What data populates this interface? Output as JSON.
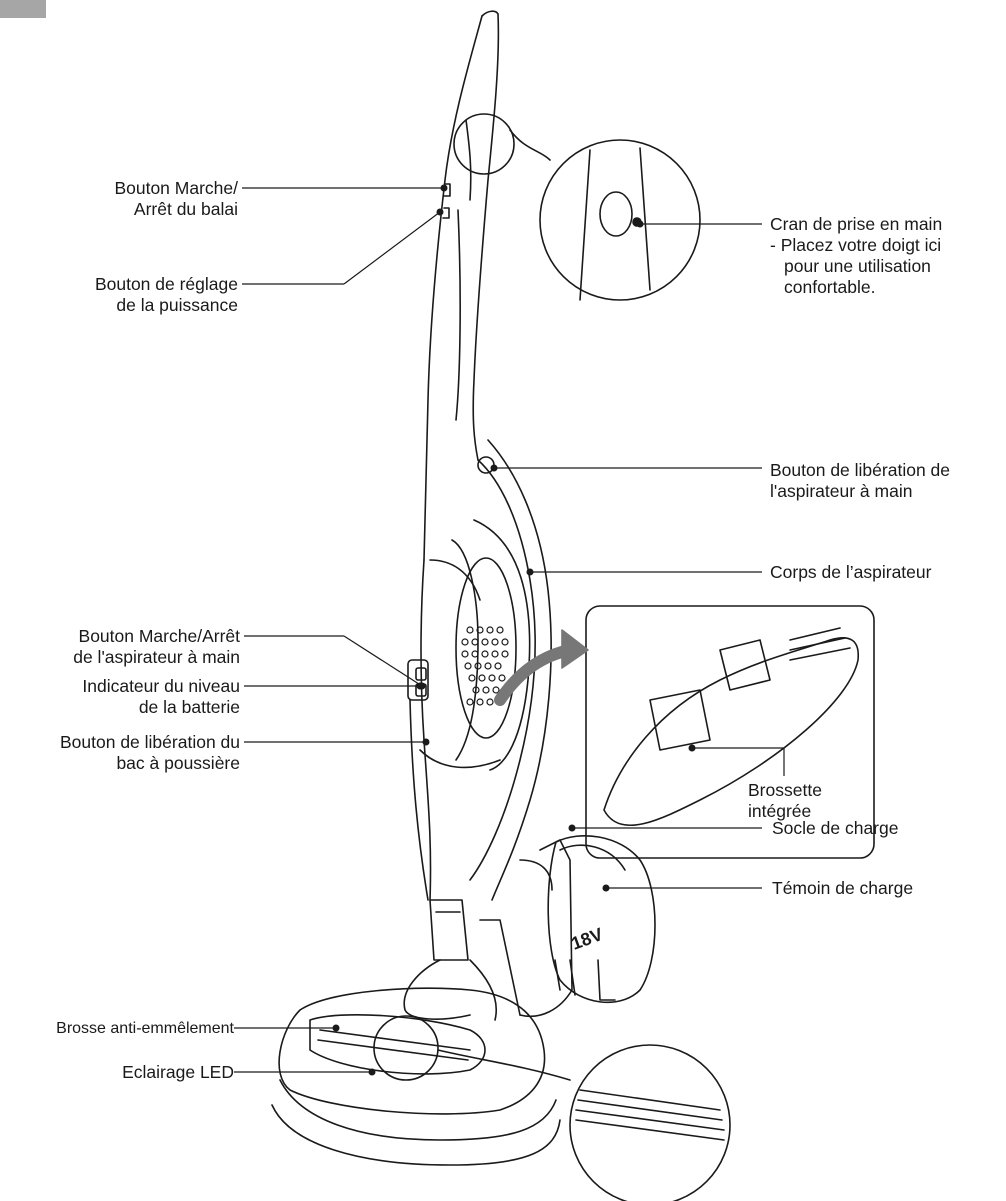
{
  "labels": {
    "broom_power": [
      "Bouton Marche/",
      "Arrêt du balai"
    ],
    "power_adjust": [
      "Bouton de réglage",
      "de la puissance"
    ],
    "grip_notch": [
      "Cran de prise en main",
      "- Placez votre doigt ici",
      "pour une utilisation",
      "confortable."
    ],
    "handheld_release": [
      "Bouton de libération de",
      "l'aspirateur à main"
    ],
    "body": "Corps de l’aspirateur",
    "handheld_power": [
      "Bouton Marche/Arrêt",
      "de l'aspirateur à main"
    ],
    "battery_level": [
      "Indicateur du niveau",
      "de la batterie"
    ],
    "dust_release": [
      "Bouton de libération du",
      "bac à poussière"
    ],
    "brush_tool": [
      "Brossette",
      "intégrée"
    ],
    "charging_base": "Socle de charge",
    "charging_indicator": "Témoin de charge",
    "anti_tangle_brush": "Brosse anti-emmêlement",
    "led_light": "Eclairage LED"
  },
  "battery_text": "18V",
  "colors": {
    "line": "#1a1a1a",
    "corner_tab": "#a6a6a6"
  }
}
